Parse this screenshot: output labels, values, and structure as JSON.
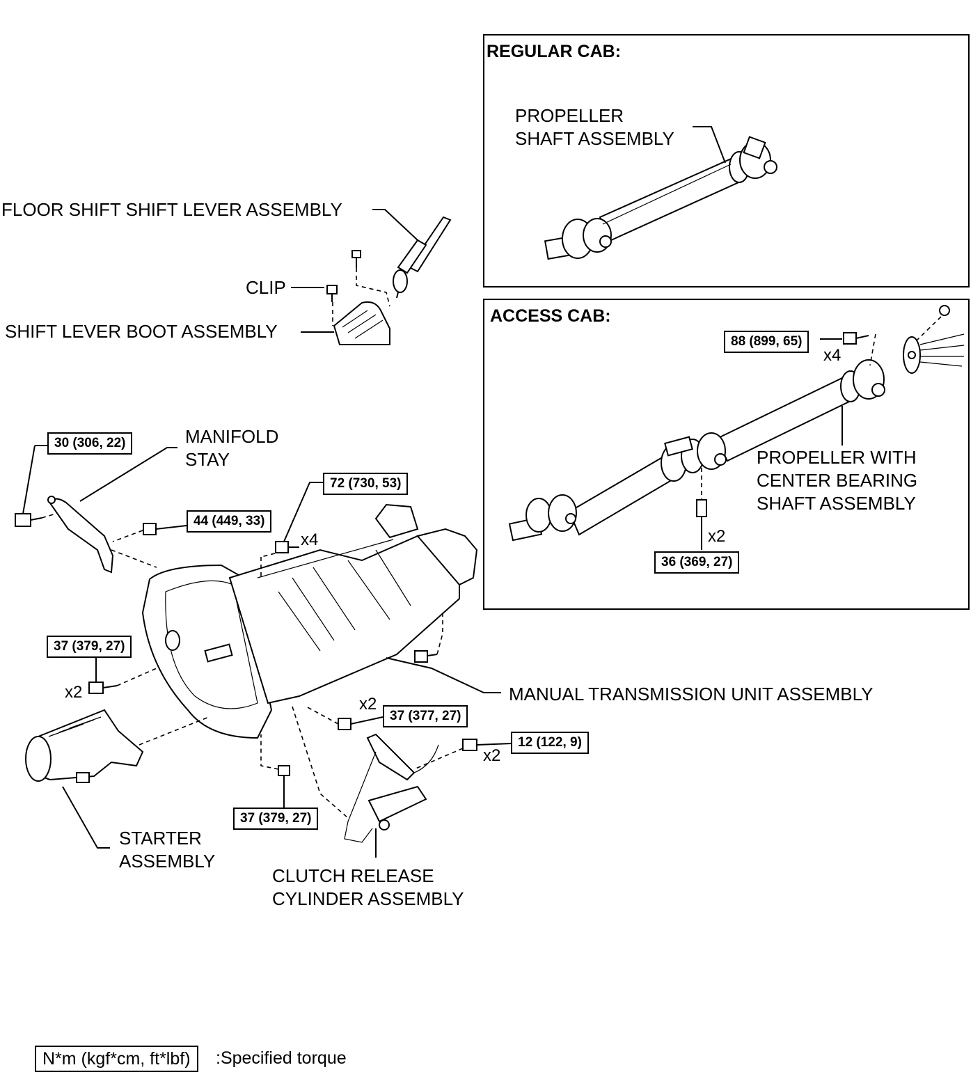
{
  "panels": {
    "regular_cab": {
      "title": "REGULAR CAB:",
      "propeller_label": "PROPELLER\nSHAFT ASSEMBLY"
    },
    "access_cab": {
      "title": "ACCESS CAB:",
      "propeller_label": "PROPELLER WITH\nCENTER BEARING\nSHAFT ASSEMBLY",
      "torques": [
        {
          "value": "88 (899, 65)",
          "qty": "x4"
        },
        {
          "value": "36 (369, 27)",
          "qty": "x2"
        }
      ]
    }
  },
  "parts": {
    "floor_shift": "FLOOR SHIFT SHIFT LEVER ASSEMBLY",
    "clip": "CLIP",
    "boot": "SHIFT LEVER BOOT ASSEMBLY",
    "manifold_stay": "MANIFOLD\nSTAY",
    "transmission": "MANUAL TRANSMISSION UNIT ASSEMBLY",
    "starter": "STARTER\nASSEMBLY",
    "clutch_cylinder": "CLUTCH RELEASE\nCYLINDER ASSEMBLY"
  },
  "torques": {
    "manifold_stay_bolt": "30 (306, 22)",
    "stay_to_trans_bolt": "44 (449, 33)",
    "trans_top_bolts": {
      "value": "72 (730, 53)",
      "qty": "x4"
    },
    "starter_bolts": {
      "value": "37 (379, 27)",
      "qty": "x2"
    },
    "lower_trans_bolts": {
      "value": "37 (377, 27)",
      "qty": "x2"
    },
    "clutch_bolts": {
      "value": "12 (122, 9)",
      "qty": "x2"
    },
    "bottom_bolt": "37 (379, 27)"
  },
  "legend": {
    "box": "N*m (kgf*cm, ft*lbf)",
    "text": ":Specified torque"
  }
}
